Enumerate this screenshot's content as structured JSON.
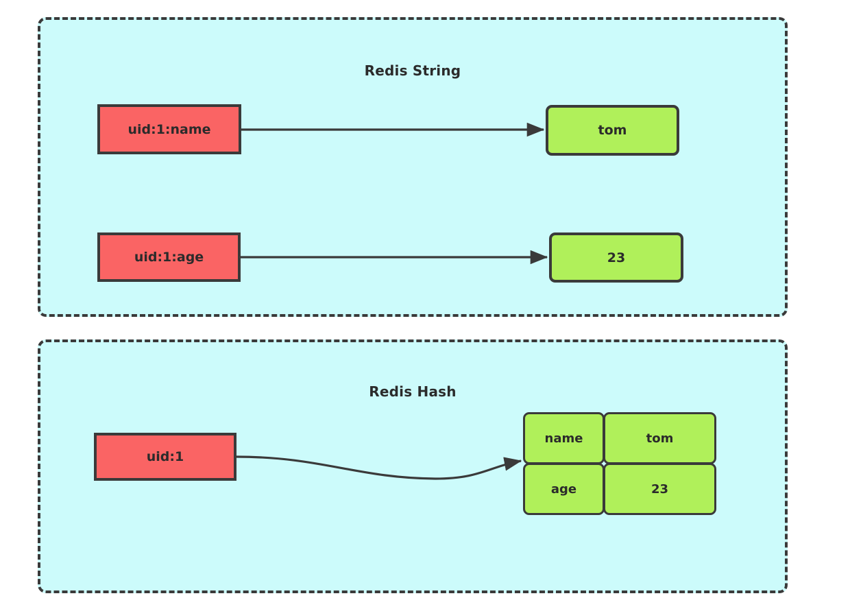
{
  "diagram": {
    "title_visible": false,
    "background": "#ffffff",
    "colors": {
      "group_fill": "#ccfbfb",
      "group_border": "#3a3a3a",
      "key_fill": "#fa6464",
      "value_fill": "#b0f05a",
      "text": "#2b2b2b",
      "arrow": "#3a3a3a"
    }
  },
  "groups": [
    {
      "id": "redis-string",
      "title": "Redis String",
      "pairs": [
        {
          "key": "uid:1:name",
          "value": "tom"
        },
        {
          "key": "uid:1:age",
          "value": "23"
        }
      ]
    },
    {
      "id": "redis-hash",
      "title": "Redis Hash",
      "key": "uid:1",
      "fields": [
        {
          "field": "name",
          "value": "tom"
        },
        {
          "field": "age",
          "value": "23"
        }
      ]
    }
  ]
}
